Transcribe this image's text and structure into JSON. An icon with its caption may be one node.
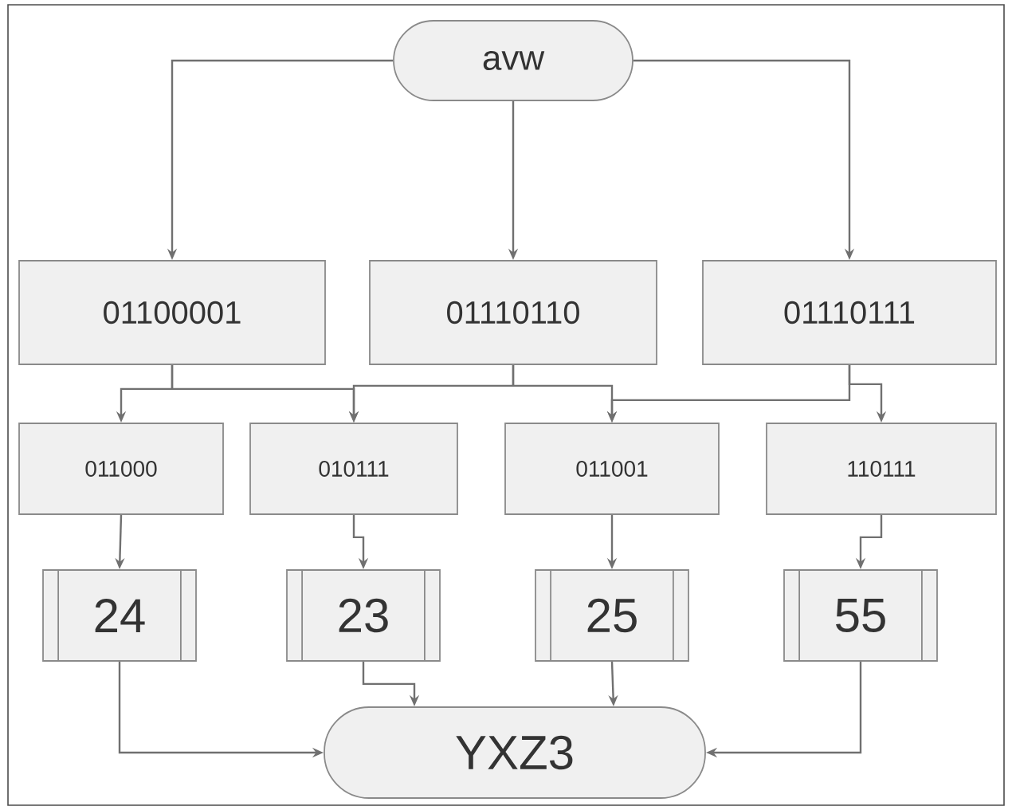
{
  "diagram": {
    "nodes": [
      {
        "text": [
          "avw"
        ]
      },
      {
        "text": [
          "01100001"
        ]
      },
      {
        "text": [
          "01110110"
        ]
      },
      {
        "text": [
          "01110111"
        ]
      },
      {
        "text": [
          "011000"
        ]
      },
      {
        "text": [
          "010111"
        ]
      },
      {
        "text": [
          "011001"
        ]
      },
      {
        "text": [
          "110111"
        ]
      },
      {
        "text": [
          "24"
        ]
      },
      {
        "text": [
          "23"
        ]
      },
      {
        "text": [
          "25"
        ]
      },
      {
        "text": [
          "55"
        ]
      },
      {
        "text": [
          "YXZ3"
        ]
      }
    ],
    "edges": [
      {
        "from": 0,
        "to": 1,
        "arrow": "to"
      },
      {
        "from": 0,
        "to": 2,
        "arrow": "to"
      },
      {
        "from": 0,
        "to": 3,
        "arrow": "to"
      },
      {
        "from": 1,
        "to": 4,
        "arrow": "to"
      },
      {
        "from": 1,
        "to": 5,
        "arrow": "to"
      },
      {
        "from": 2,
        "to": 5,
        "arrow": "to"
      },
      {
        "from": 2,
        "to": 6,
        "arrow": "to"
      },
      {
        "from": 3,
        "to": 6,
        "arrow": "to"
      },
      {
        "from": 3,
        "to": 7,
        "arrow": "to"
      },
      {
        "from": 4,
        "to": 8,
        "arrow": "to"
      },
      {
        "from": 5,
        "to": 9,
        "arrow": "to"
      },
      {
        "from": 6,
        "to": 10,
        "arrow": "to"
      },
      {
        "from": 7,
        "to": 11,
        "arrow": "to"
      },
      {
        "from": 8,
        "to": 12,
        "arrow": "to"
      },
      {
        "from": 9,
        "to": 12,
        "arrow": "to"
      },
      {
        "from": 10,
        "to": 12,
        "arrow": "to"
      },
      {
        "from": 11,
        "to": 12,
        "arrow": "to"
      }
    ]
  }
}
